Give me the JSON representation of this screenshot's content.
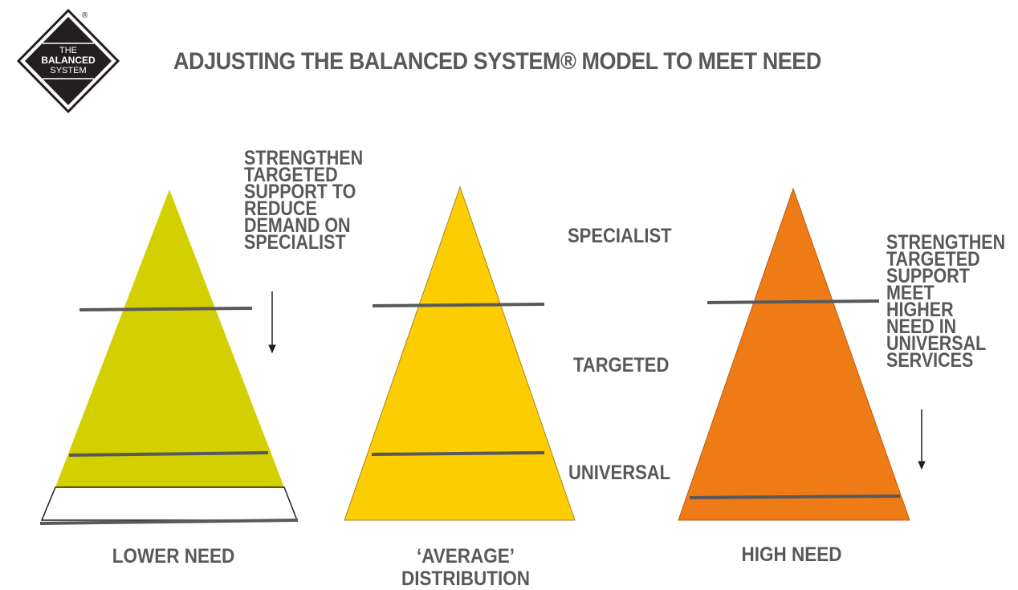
{
  "title": "ADJUSTING  THE BALANCED SYSTEM® MODEL TO MEET NEED",
  "logo": {
    "line1": "THE",
    "line2": "BALANCED",
    "line3": "SYSTEM",
    "registered": "®"
  },
  "levels": {
    "top": "SPECIALIST",
    "middle": "TARGETED",
    "bottom": "UNIVERSAL"
  },
  "notes": {
    "left": [
      "STRENGTHEN",
      "TARGETED",
      "SUPPORT TO",
      "REDUCE",
      "DEMAND ON",
      "SPECIALIST"
    ],
    "right": [
      "STRENGTHEN",
      "TARGETED",
      "SUPPORT",
      "MEET",
      "HIGHER",
      "NEED IN",
      "UNIVERSAL",
      "SERVICES"
    ]
  },
  "captions": {
    "lower": "LOWER NEED",
    "average_line1": "‘AVERAGE’",
    "average_line2": "DISTRIBUTION",
    "high": "HIGH NEED"
  },
  "colors": {
    "lower": "#d4d000",
    "average": "#fccd00",
    "high": "#ef7b16",
    "divider": "#58595b",
    "text": "#58595b"
  }
}
